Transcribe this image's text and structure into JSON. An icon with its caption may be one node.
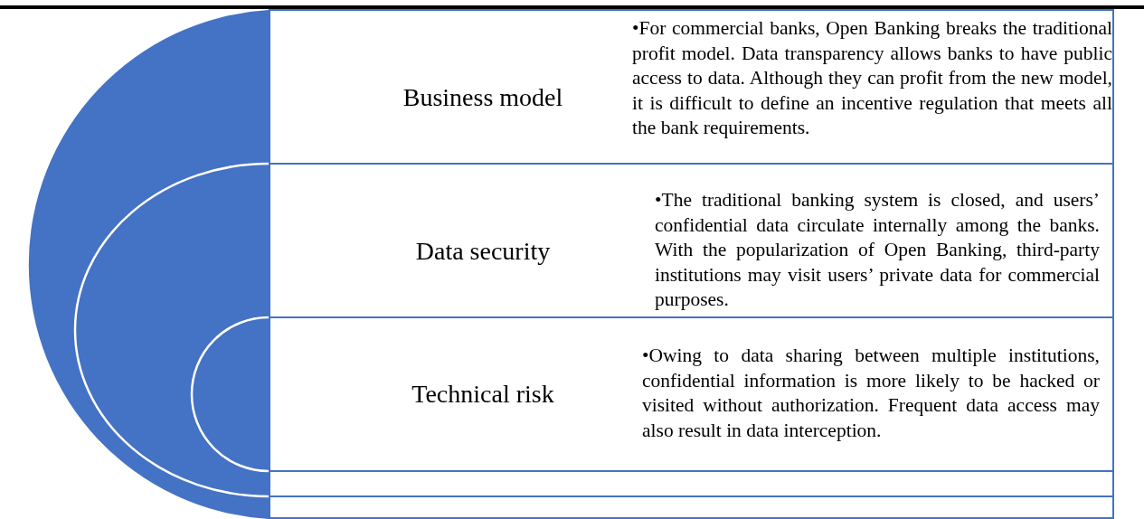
{
  "diagram": {
    "nodes": [
      {
        "text": [
          "Business model",
          "•For commercial banks, Open Banking breaks the traditional profit model. Data transparency allows banks to have public access to data. Although they can profit from the new model, it is difficult to define an incentive regulation that meets all the bank requirements."
        ]
      },
      {
        "text": [
          "Data security",
          "•The traditional banking system is closed, and users’ confidential data circulate internally among the banks. With the popularization of Open Banking, third-party institutions may visit users’ private data for commercial purposes."
        ]
      },
      {
        "text": [
          "Technical risk",
          "•Owing to data sharing between multiple institutions, confidential information is more likely to be hacked or visited without authorization. Frequent data access may also result in data interception."
        ]
      },
      {
        "text": [],
        "shape": "box"
      },
      {
        "text": [],
        "shape": "box"
      }
    ]
  }
}
